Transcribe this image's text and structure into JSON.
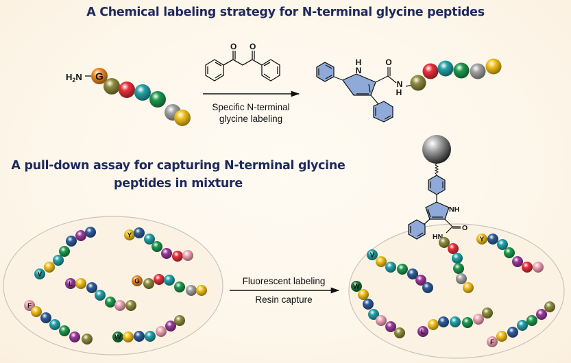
{
  "titles": {
    "top": "A Chemical labeling strategy for N-terminal glycine peptides",
    "middle_line1": "A pull-down assay for capturing N-terminal glycine",
    "middle_line2": "peptides in mixture"
  },
  "colors": {
    "title": "#1f2a5c",
    "ring_fill": "#8fa9d8",
    "bead": {
      "orange": "#f08a24",
      "olive": "#8e8c3e",
      "red": "#e8303c",
      "teal": "#22a2a8",
      "green": "#1e9a4e",
      "gray": "#a3a3a3",
      "yellow": "#f4c21c",
      "blue": "#2f5c9a",
      "purple": "#9a3a9a",
      "pink": "#f2a6b8",
      "darkgreen": "#157a3a"
    }
  },
  "reaction1": {
    "reactant_nterm": "H2N",
    "reactant_residue": "G",
    "reactant_chain": [
      "orange",
      "olive",
      "red",
      "teal",
      "green",
      "gray",
      "yellow"
    ],
    "reagent": "1,3-diphenylpropane-1,3-dione",
    "reagent_atoms": [
      "O",
      "O"
    ],
    "arrow_label_line1": "Specific N-terminal",
    "arrow_label_line2": "glycine labeling",
    "product_atoms": {
      "pyrrole_nh": "NH",
      "carbonyl_o": "O",
      "amide_nh": "NH"
    },
    "product_chain": [
      "olive",
      "red",
      "teal",
      "green",
      "gray",
      "yellow"
    ]
  },
  "reaction2": {
    "arrow_label_top": "Fluorescent labeling",
    "arrow_label_bottom": "Resin capture",
    "mixture_peptides": [
      {
        "residue": "V",
        "head": "teal",
        "chain": [
          "yellow",
          "teal",
          "green",
          "blue",
          "purple",
          "blue"
        ]
      },
      {
        "residue": "Y",
        "head": "yellow",
        "chain": [
          "blue",
          "teal",
          "green",
          "purple",
          "red",
          "pink"
        ]
      },
      {
        "residue": "L",
        "head": "purple",
        "chain": [
          "yellow",
          "blue",
          "teal",
          "green",
          "pink",
          "olive"
        ]
      },
      {
        "residue": "G",
        "head": "orange",
        "chain": [
          "olive",
          "red",
          "teal",
          "green",
          "gray",
          "yellow"
        ]
      },
      {
        "residue": "F",
        "head": "pink",
        "chain": [
          "yellow",
          "blue",
          "teal",
          "green",
          "purple",
          "olive"
        ]
      },
      {
        "residue": "W",
        "head": "darkgreen",
        "chain": [
          "yellow",
          "blue",
          "teal",
          "pink",
          "purple",
          "olive"
        ]
      }
    ],
    "captured_atoms": {
      "pyrrole_nh": "NH",
      "carbonyl_o": "O",
      "amide_nh": "HN"
    },
    "captured_chain": [
      "olive",
      "red",
      "teal",
      "green",
      "gray",
      "yellow"
    ]
  }
}
